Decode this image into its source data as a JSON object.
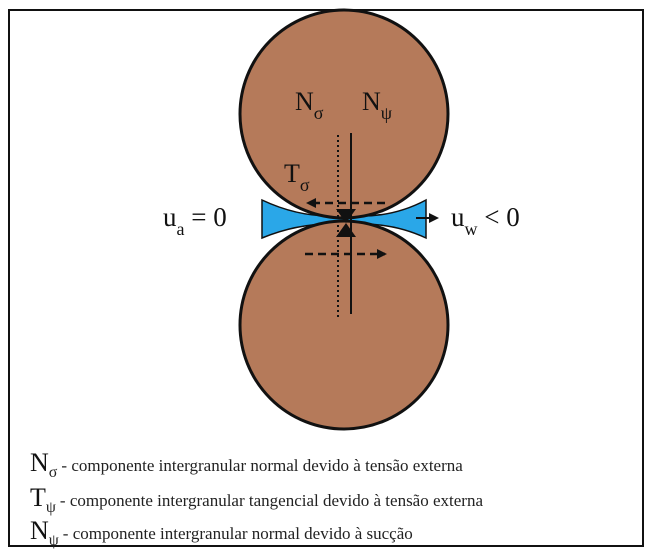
{
  "diagram": {
    "labels": {
      "n_sigma": {
        "main": "N",
        "sub": "σ"
      },
      "n_psi": {
        "main": "N",
        "sub": "ψ"
      },
      "t_sigma": {
        "main": "T",
        "sub": "σ"
      },
      "ua": {
        "main": "u",
        "sub": "a",
        "rest": " = 0"
      },
      "uw": {
        "main": "u",
        "sub": "w",
        "rest": " < 0"
      }
    },
    "colors": {
      "grain": "#B57A5A",
      "water": "#2AA7E8",
      "outline": "#111111"
    }
  },
  "legend": [
    {
      "symbol": "N",
      "sub": "σ",
      "text": "- componente intergranular normal devido à tensão externa"
    },
    {
      "symbol": "T",
      "sub": "ψ",
      "text": "- componente intergranular tangencial devido à tensão externa"
    },
    {
      "symbol": "N",
      "sub": "ψ",
      "text": "- componente intergranular normal devido à sucção"
    }
  ]
}
